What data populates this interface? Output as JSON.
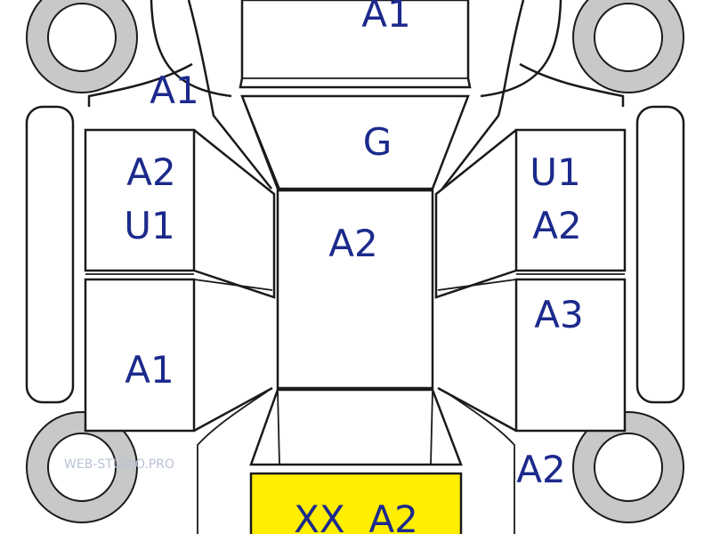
{
  "diagram": {
    "colors": {
      "label": "#1c2a8c",
      "tire": "#c8c8c8",
      "highlight": "#ffee00",
      "line": "#1a1a1a",
      "watermark": "#b8c2d6"
    },
    "labels": {
      "roof": "A1",
      "front_left_fender": "A1",
      "hood": "G",
      "front_left_door_line1": "A2",
      "front_left_door_line2": "U1",
      "front_right_door_line1": "U1",
      "front_right_door_line2": "A2",
      "center_panel": "A2",
      "rear_left_door": "A1",
      "rear_right_door": "A3",
      "rear_right_fender": "A2",
      "rear_bumper": "XX  A2"
    },
    "watermark": "WEB-STUDIO.PRO"
  }
}
